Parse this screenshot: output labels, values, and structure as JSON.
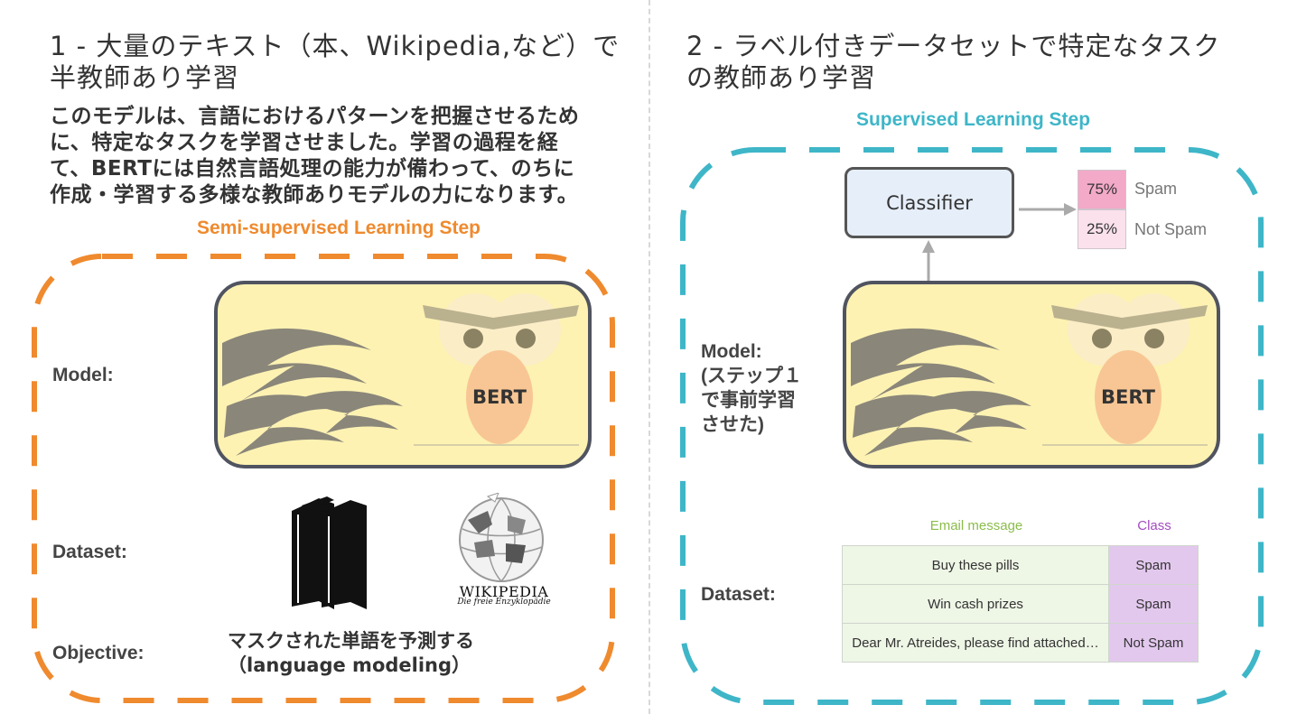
{
  "left": {
    "heading_line1": "1 - 大量のテキスト（本、Wikipedia,など）で",
    "heading_line2": "半教師あり学習",
    "desc_lines": [
      "このモデルは、言語におけるパターンを把握させるため",
      "に、特定なタスクを学習させました。学習の過程を経",
      "て、BERTには自然言語処理の能力が備わって、のちに",
      "作成・学習する多様な教師ありモデルの力になります。"
    ],
    "step_title": "Semi-supervised Learning Step",
    "model_label": "Model:",
    "bert_label": "BERT",
    "dataset_label": "Dataset:",
    "wiki_name": "WIKIPEDIA",
    "wiki_tagline": "Die freie Enzyklopädie",
    "objective_label": "Objective:",
    "objective_line1": "マスクされた単語を予測する",
    "objective_line2": "（language modeling）"
  },
  "right": {
    "heading_line1": "2 - ラベル付きデータセットで特定なタスク",
    "heading_line2": "の教師あり学習",
    "step_title": "Supervised Learning Step",
    "classifier_label": "Classifier",
    "probs": [
      {
        "value": "75%",
        "label": "Spam"
      },
      {
        "value": "25%",
        "label": "Not Spam"
      }
    ],
    "model_label_lines": [
      "Model:",
      "(ステップ１",
      "で事前学習",
      "させた)"
    ],
    "bert_label": "BERT",
    "dataset_label": "Dataset:",
    "table_headers": [
      "Email message",
      "Class"
    ],
    "rows": [
      {
        "message": "Buy these pills",
        "class": "Spam"
      },
      {
        "message": "Win cash prizes",
        "class": "Spam"
      },
      {
        "message": "Dear Mr. Atreides, please find attached…",
        "class": "Not Spam"
      }
    ]
  },
  "colors": {
    "semi_supervised": "#ef8a2e",
    "supervised": "#3eb6c8",
    "bert_face": "#fdf2b2",
    "bert_nose": "#f8c694",
    "spam_strong": "#f3a9c8",
    "spam_light": "#fbe1ec",
    "email_header": "#8bbd4a",
    "class_header": "#a44cc0"
  },
  "icons": [
    "books-icon",
    "wikipedia-globe-icon",
    "bert-face-icon",
    "arrow-icon"
  ]
}
